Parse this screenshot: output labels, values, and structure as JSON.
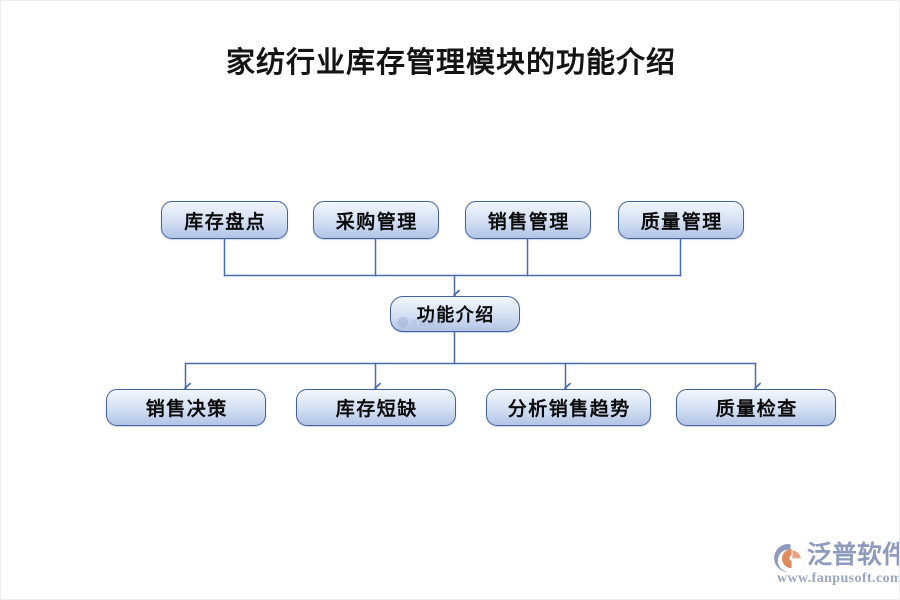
{
  "page": {
    "title": "家纺行业库存管理模块的功能介绍",
    "background_color": "#ffffff"
  },
  "diagram": {
    "type": "flowchart",
    "direction": "top-down",
    "node_fill_top": "#f2f6fc",
    "node_fill_bottom": "#b2c5e6",
    "node_border_color": "#44619f",
    "connector_color": "#4a6bb0",
    "inputs": [
      {
        "id": "input-1",
        "label": "库存盘点"
      },
      {
        "id": "input-2",
        "label": "采购管理"
      },
      {
        "id": "input-3",
        "label": "销售管理"
      },
      {
        "id": "input-4",
        "label": "质量管理"
      }
    ],
    "center": {
      "id": "center",
      "label": "功能介绍"
    },
    "outputs": [
      {
        "id": "output-1",
        "label": "销售决策"
      },
      {
        "id": "output-2",
        "label": "库存短缺"
      },
      {
        "id": "output-3",
        "label": "分析销售趋势"
      },
      {
        "id": "output-4",
        "label": "质量检查"
      }
    ]
  },
  "brand": {
    "name": "泛普软件",
    "url": "www.fanpusoft.com",
    "mark_color": "#8e9bbe",
    "mark_accent_color": "#e08a5e",
    "text_color": "#8e9bbe"
  }
}
